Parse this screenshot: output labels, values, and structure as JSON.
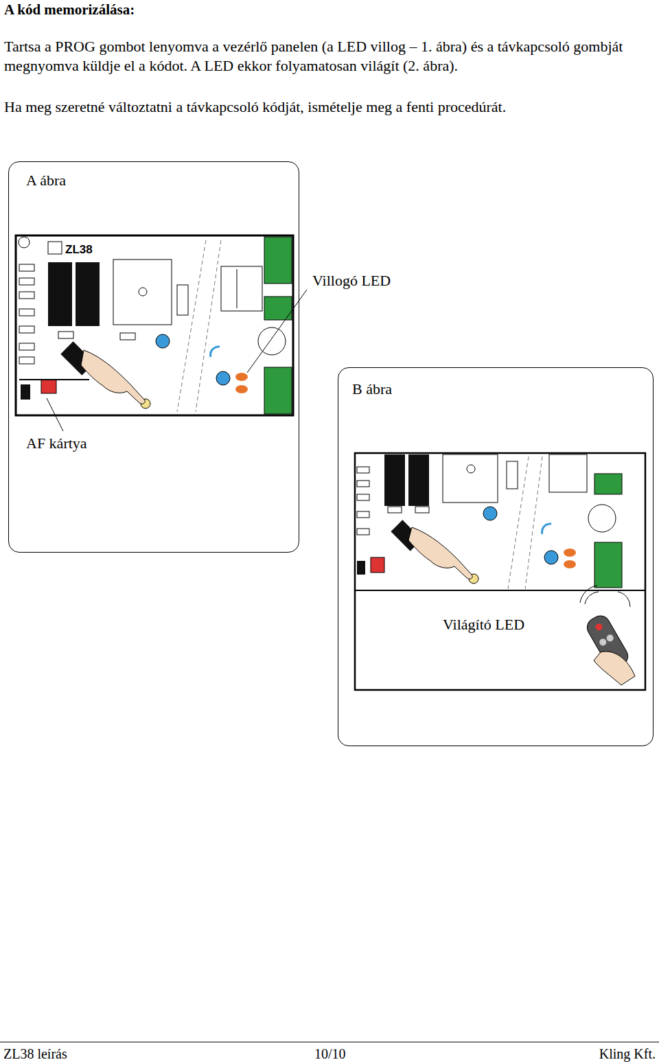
{
  "diagram": {
    "title": "A kód memorizálása:",
    "nodes": [
      {
        "text": [
          "A ábra"
        ]
      },
      {
        "text": [
          "B ábra"
        ]
      }
    ],
    "labels": [
      "Tartsa a PROG gombot lenyomva a vezérlő panelen (a LED villog – 1. ábra) és a távkapcsoló gombját megnyomva küldje el a kódot. A LED ekkor folyamatosan világít (2. ábra).",
      "Ha meg szeretné változtatni a távkapcsoló kódját, ismételje meg a fenti procedúrát.",
      "Villogó LED",
      "AF kártya",
      "Világító LED",
      "ZL38",
      "ZL38 leírás",
      "10/10",
      "Kling Kft."
    ]
  }
}
